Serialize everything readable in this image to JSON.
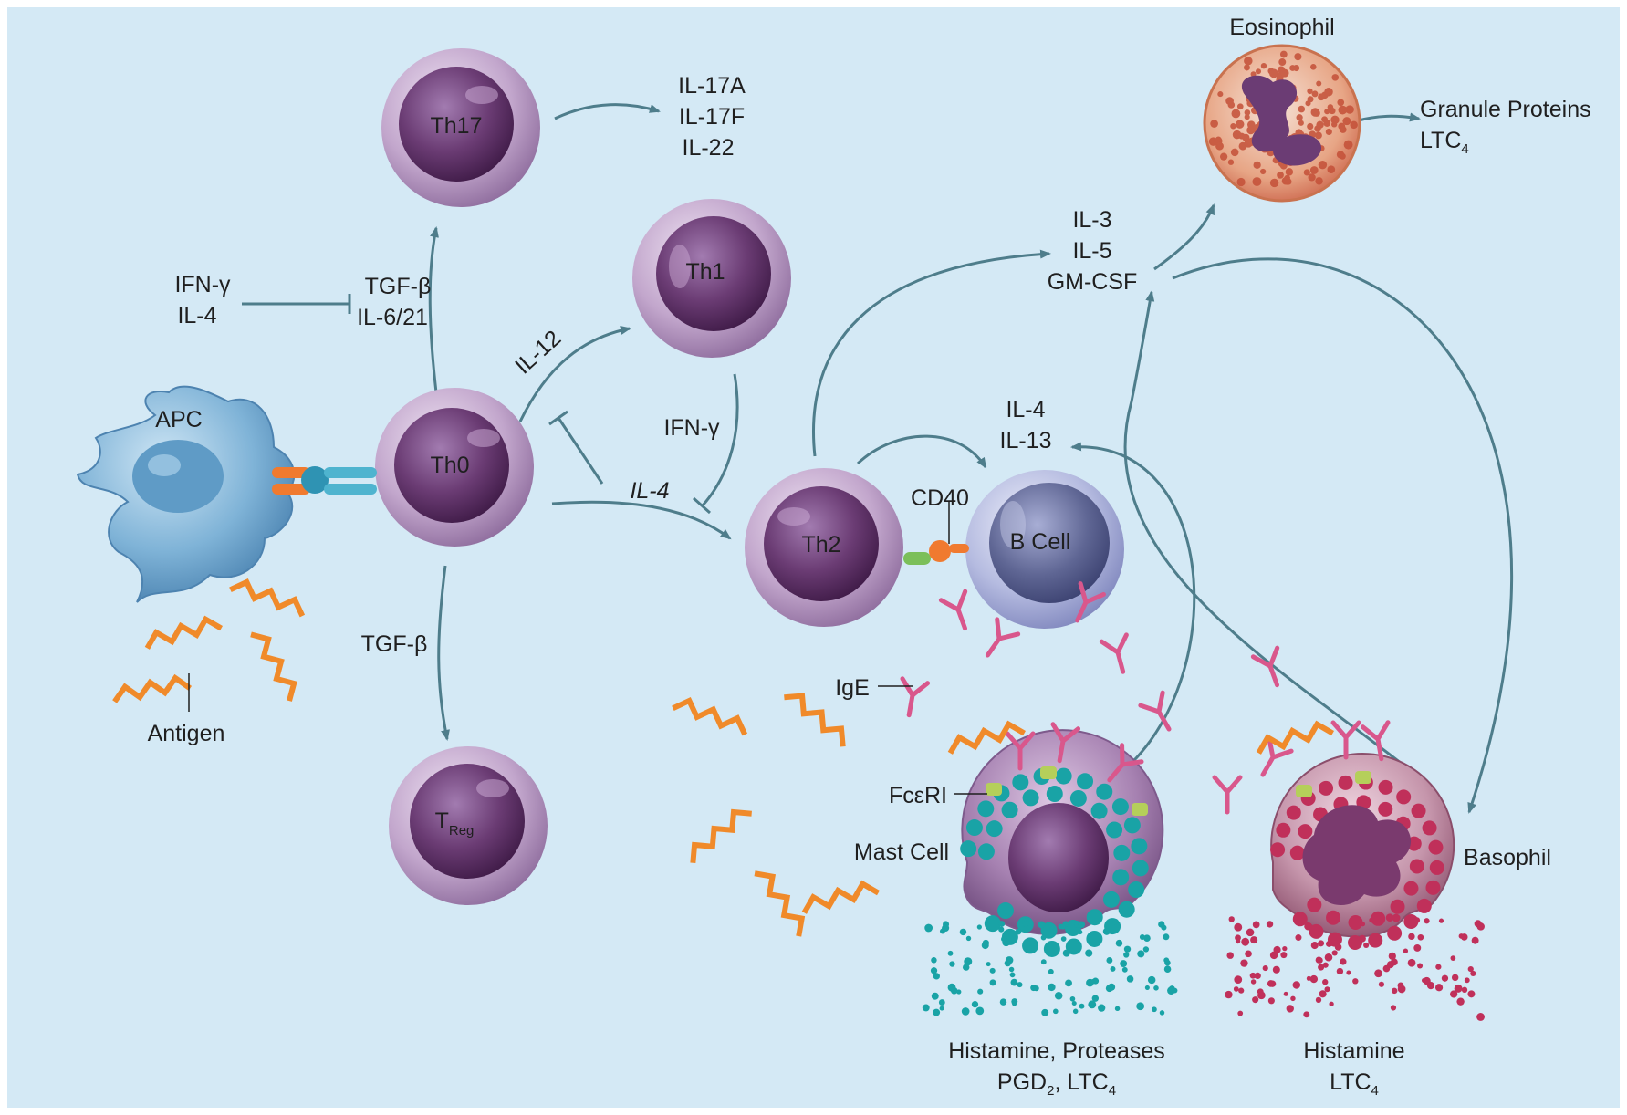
{
  "cells": {
    "th17": "Th17",
    "th1": "Th1",
    "th0": "Th0",
    "th2": "Th2",
    "treg_main": "T",
    "treg_sub": "Reg",
    "apc": "APC",
    "bcell": "B Cell",
    "eosinophil": "Eosinophil",
    "mast_cell": "Mast Cell",
    "basophil": "Basophil"
  },
  "labels": {
    "th17_out_1": "IL-17A",
    "th17_out_2": "IL-17F",
    "th17_out_3": "IL-22",
    "inhib_left_1": "IFN-γ",
    "inhib_left_2": "IL-4",
    "th17_induce_1": "TGF-β",
    "th17_induce_2": "IL-6/21",
    "il12": "IL-12",
    "ifng": "IFN-γ",
    "il4": "IL-4",
    "tgfb_treg": "TGF-β",
    "antigen": "Antigen",
    "cd40": "CD40",
    "il4_b": "IL-4",
    "il13_b": "IL-13",
    "il3": "IL-3",
    "il5": "IL-5",
    "gmcsf": "GM-CSF",
    "granule_1": "Granule Proteins",
    "granule_2_main": "LTC",
    "granule_2_sub": "4",
    "ige": "IgE",
    "fceri": "FcεRI",
    "mast_out_1": "Histamine, Proteases",
    "mast_out_2_a": "PGD",
    "mast_out_2_b": "2",
    "mast_out_2_c": ", LTC",
    "mast_out_2_d": "4",
    "baso_out_1": "Histamine",
    "baso_out_2_main": "LTC",
    "baso_out_2_sub": "4"
  },
  "colors": {
    "background": "#d4e9f5",
    "arrow": "#4e7d8b",
    "t_cell": "#6b3c74",
    "apc": "#6fa9cf",
    "b_cell": "#7a82b8",
    "eosinophil": "#c5553d",
    "mast_granule": "#19a3a6",
    "basophil_granule": "#c0305a",
    "antigen": "#f08a2a",
    "antibody": "#d9578c"
  }
}
